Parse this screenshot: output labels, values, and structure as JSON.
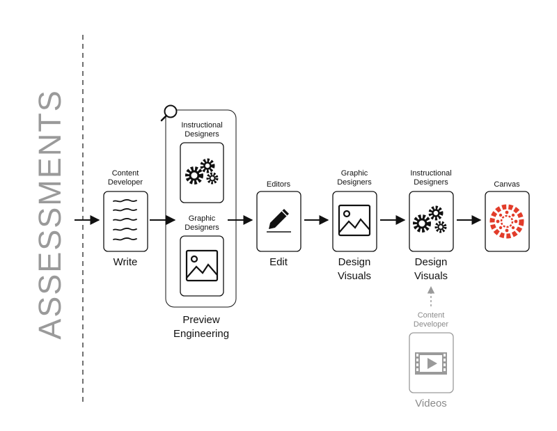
{
  "side_title": "ASSESSMENTS",
  "steps": [
    {
      "role": "Content Developer",
      "caption": "Write"
    },
    {
      "group_caption": "Preview Engineering",
      "members": [
        {
          "role": "Instructional Designers"
        },
        {
          "role": "Graphic Designers"
        }
      ]
    },
    {
      "role": "Editors",
      "caption": "Edit"
    },
    {
      "role": "Graphic Designers",
      "caption": "Design Visuals"
    },
    {
      "role": "Instructional Designers",
      "caption": "Design Visuals"
    },
    {
      "role": "Canvas"
    }
  ],
  "side_input": {
    "role": "Content Developer",
    "caption": "Videos"
  },
  "colors": {
    "line": "#111111",
    "muted": "#9a9a9a",
    "canvas_red": "#e23c2a"
  },
  "icons": [
    "document-icon",
    "magnifier-icon",
    "gears-icon",
    "image-icon",
    "pencil-icon",
    "canvas-logo-icon",
    "video-icon"
  ]
}
